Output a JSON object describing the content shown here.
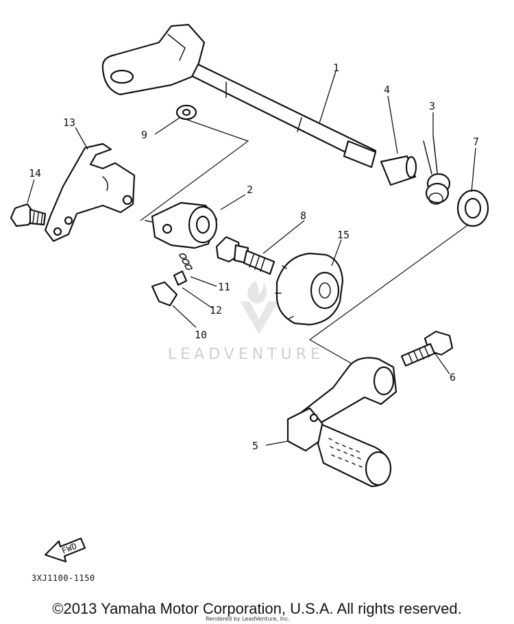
{
  "callouts": {
    "p1": "1",
    "p2": "2",
    "p3": "3",
    "p4": "4",
    "p5": "5",
    "p6": "6",
    "p7": "7",
    "p8": "8",
    "p9": "9",
    "p10": "10",
    "p11": "11",
    "p12": "12",
    "p13": "13",
    "p14": "14",
    "p15": "15"
  },
  "fwd_label": "FWD",
  "diagram_code": "3XJ1100-1150",
  "watermark": "LEADVENTURE",
  "copyright": "©2013 Yamaha Motor Corporation, U.S.A. All rights reserved.",
  "rendered_by": "Rendered by LeadVenture, Inc."
}
